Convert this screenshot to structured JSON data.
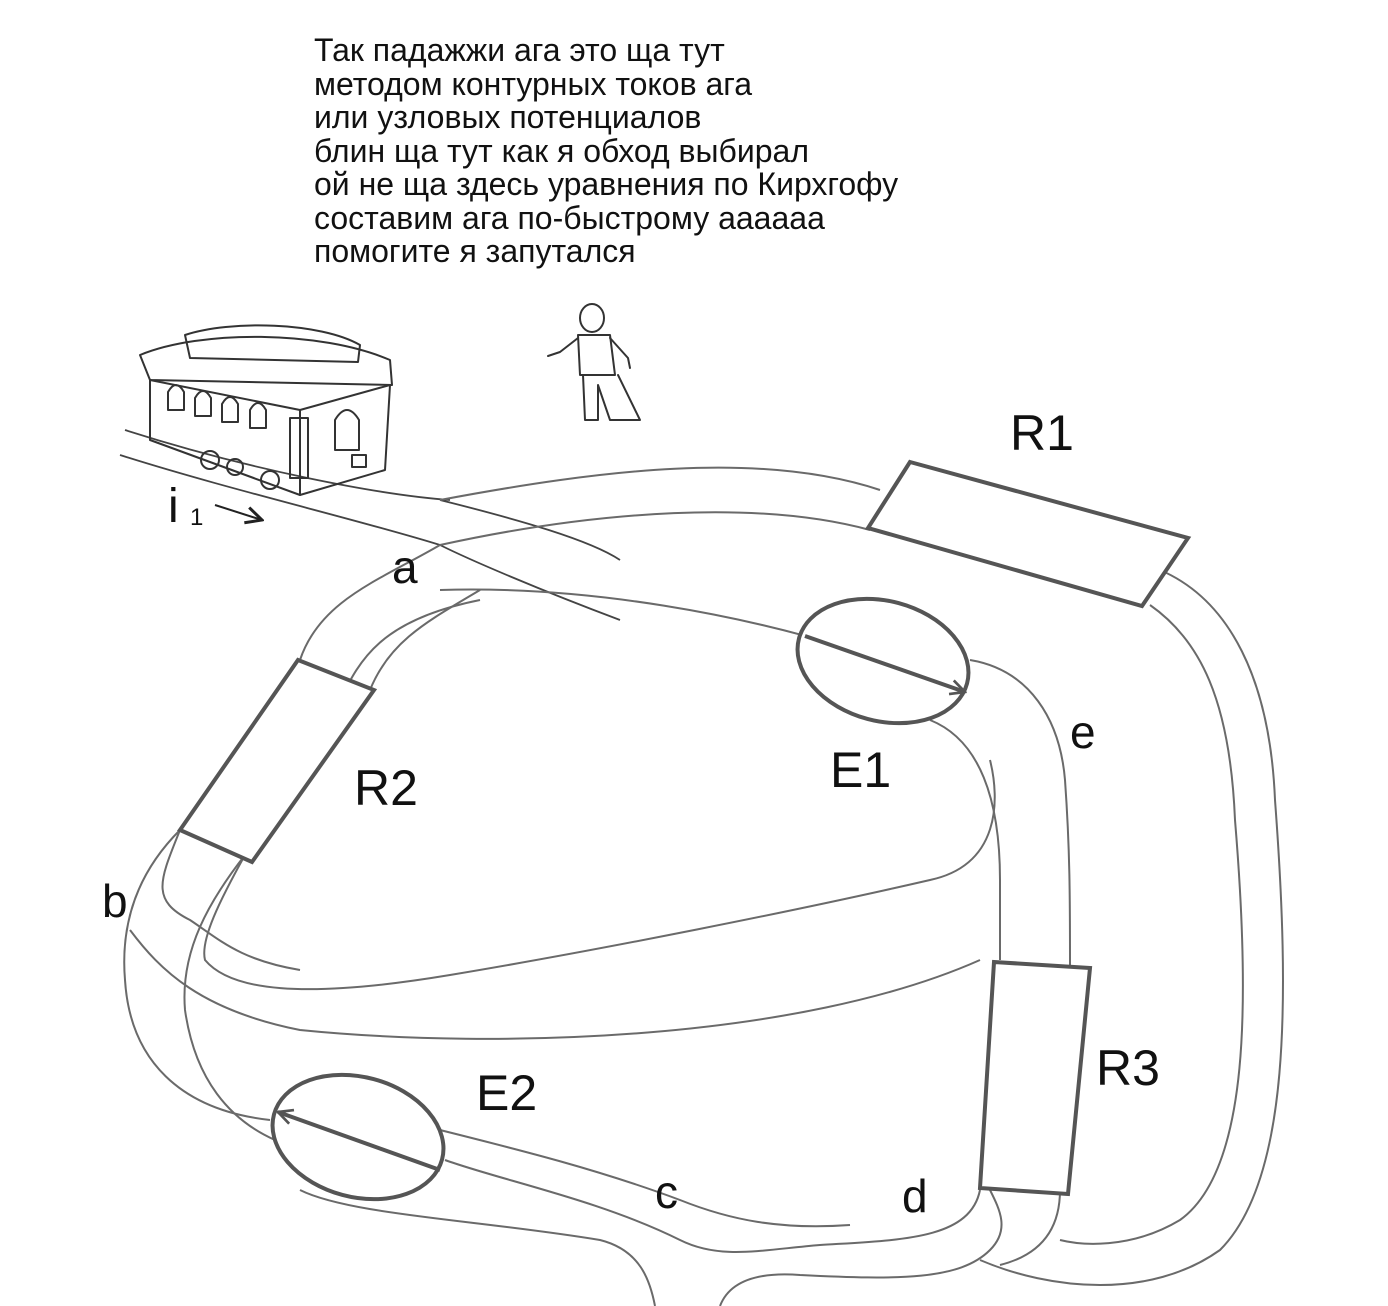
{
  "caption": {
    "lines": [
      "Так падажжи ага это ща тут",
      "методом контурных токов ага",
      "или узловых потенциалов",
      "блин ща тут как я обход выбирал",
      "ой не ща здесь уравнения по Кирхгофу",
      "составим ага по-быстрому аааааа",
      "помогите я запутался"
    ]
  },
  "current": {
    "symbol": "i",
    "subscript": "1"
  },
  "nodes": {
    "a": "a",
    "b": "b",
    "c": "c",
    "d": "d",
    "e": "e"
  },
  "components": {
    "R1": "R1",
    "R2": "R2",
    "R3": "R3",
    "E1": "E1",
    "E2": "E2"
  },
  "colors": {
    "wire": "#6a6a6a",
    "component_outline": "#555555",
    "text": "#111111"
  }
}
